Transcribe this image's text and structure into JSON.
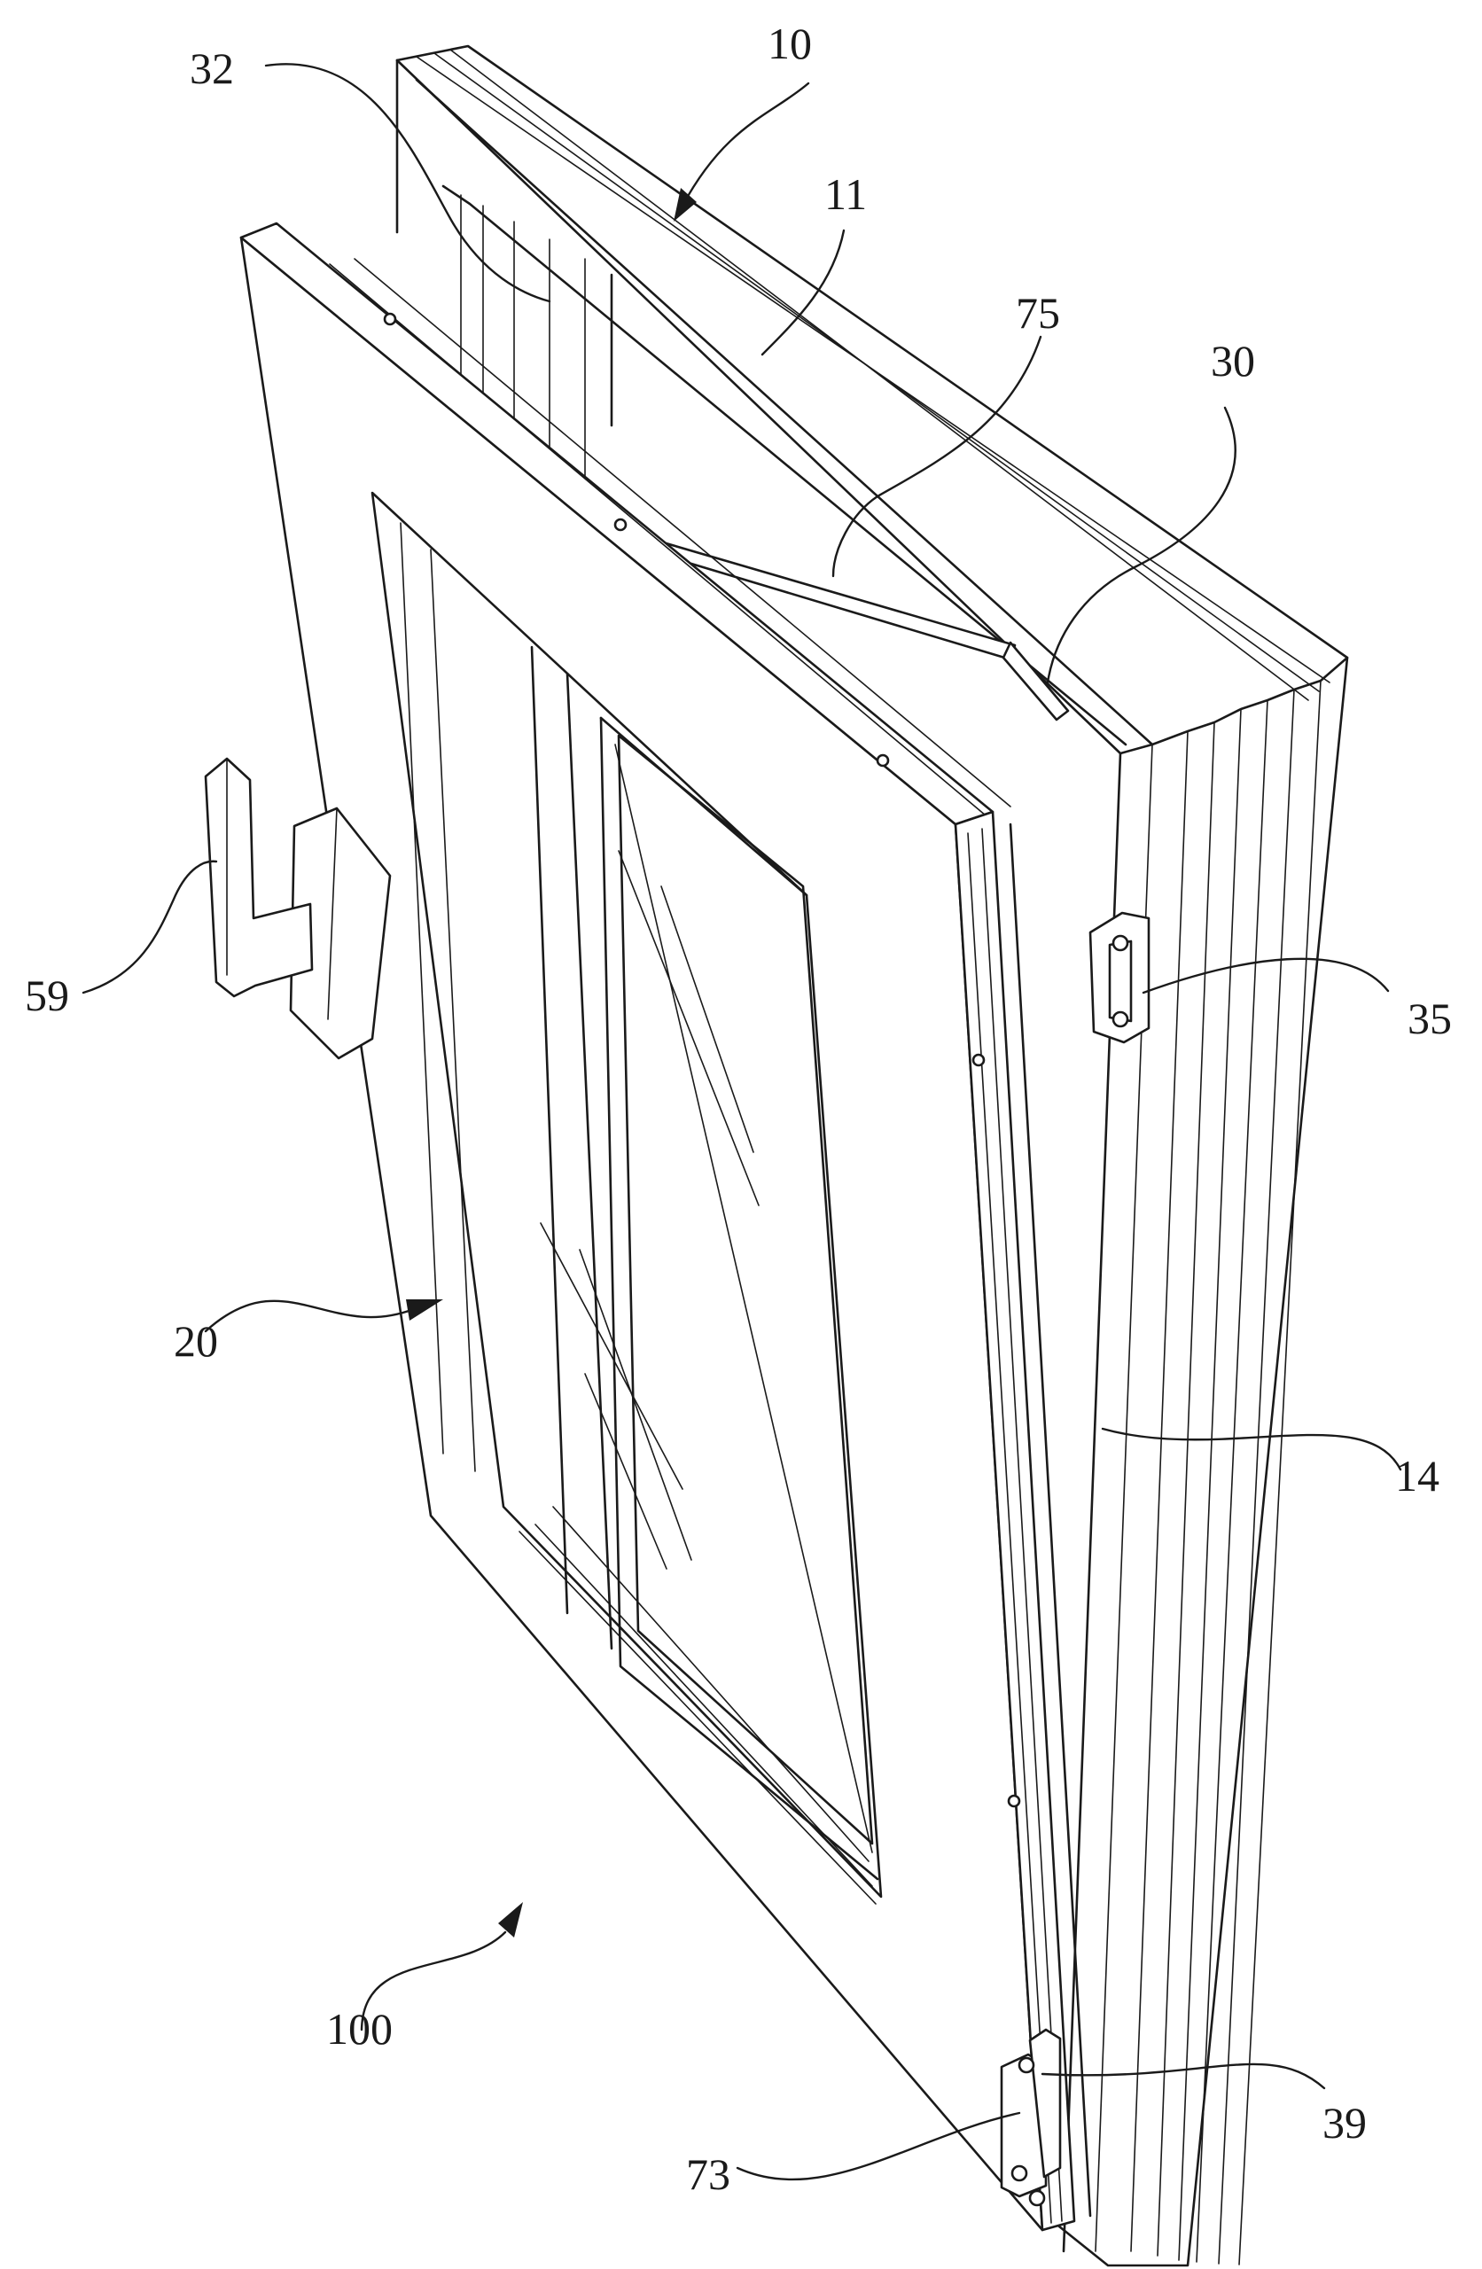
{
  "figure": {
    "labels": {
      "window": "100",
      "frame": "10",
      "frame_top_member": "11",
      "frame_side_member": "14",
      "sash": "20",
      "hinge_arm_mount": "30",
      "upper_pivot": "32",
      "side_hinge": "35",
      "lower_hinge": "39",
      "handle": "59",
      "bottom_pivot_block": "73",
      "stay_arm": "75"
    }
  }
}
